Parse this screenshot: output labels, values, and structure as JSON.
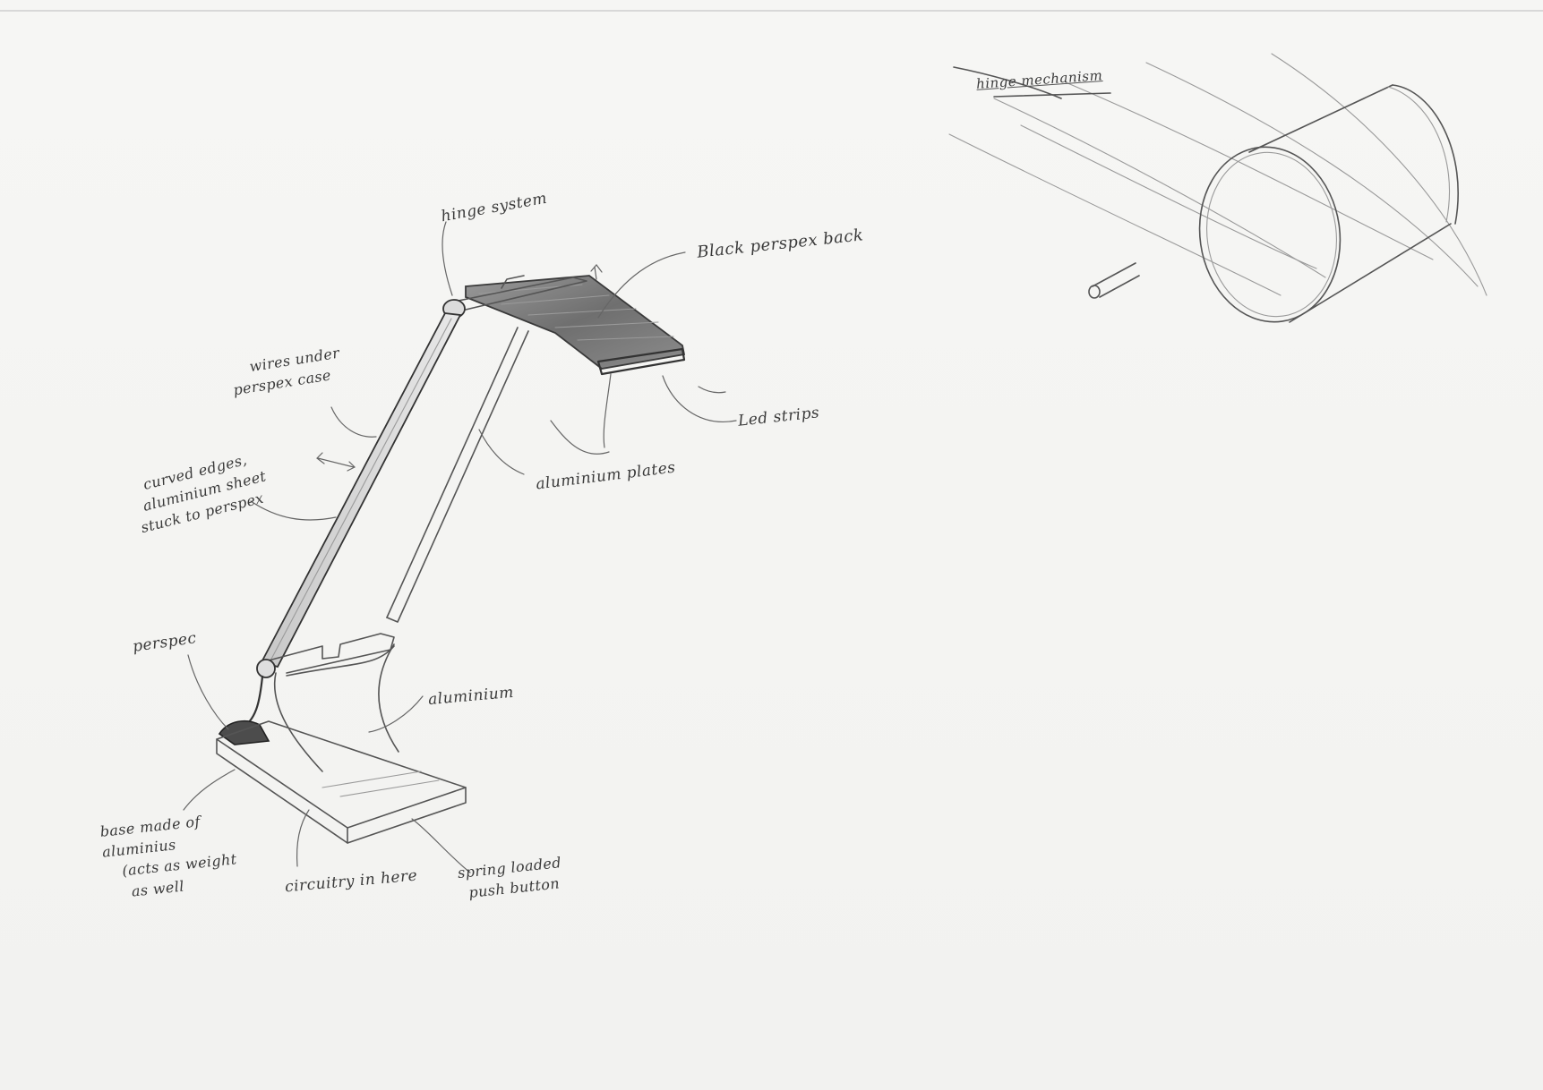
{
  "sketch": {
    "annotations": {
      "hinge_system": "hinge system",
      "black_perspex_back": "Black perspex back",
      "wires_under_line1": "wires under",
      "wires_under_line2": "perspex case",
      "led_strips": "Led strips",
      "curved_edges_line1": "curved edges,",
      "curved_edges_line2": "aluminium sheet",
      "curved_edges_line3": "stuck to perspex",
      "aluminium_plates": "aluminium plates",
      "perspec": "perspec",
      "aluminium": "aluminium",
      "base_line1": "base made of",
      "base_line2": "aluminius",
      "base_line3": "(acts as weight",
      "base_line4": "as well",
      "circuitry": "circuitry in here",
      "button_line1": "spring loaded",
      "button_line2": "push button",
      "hinge_mechanism": "hinge mechanism"
    },
    "colors": {
      "paper": "#f4f4f2",
      "pencil": "#555555",
      "shading": "#8a8a8a"
    }
  }
}
